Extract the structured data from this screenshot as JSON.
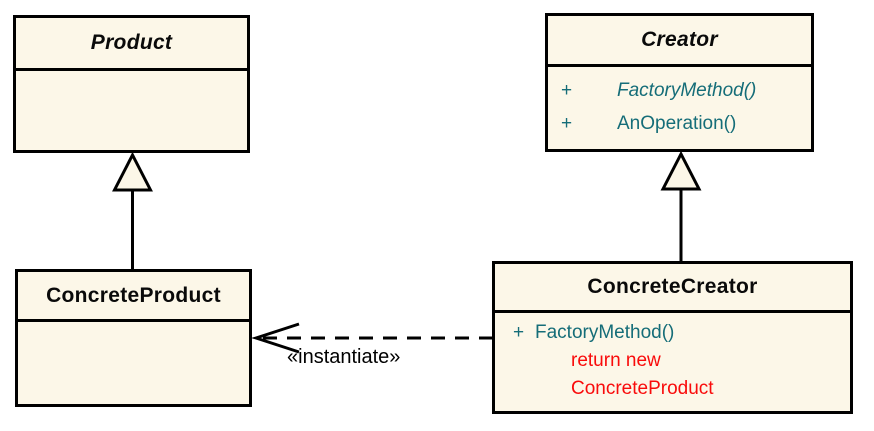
{
  "diagram": {
    "type": "uml-class-diagram",
    "pattern_name": "Factory Method",
    "colors": {
      "box_fill": "#FCF7E8",
      "box_border": "#000000",
      "title_text": "#0a0a0a",
      "method_text": "#156D78",
      "note_text": "#F90B0B",
      "edge": "#000000"
    },
    "classes": {
      "product": {
        "name": "Product",
        "abstract": true,
        "methods": []
      },
      "creator": {
        "name": "Creator",
        "abstract": true,
        "methods": [
          {
            "visibility": "+",
            "name": "FactoryMethod()",
            "abstract": true
          },
          {
            "visibility": "+",
            "name": "AnOperation()",
            "abstract": false
          }
        ]
      },
      "concreteProduct": {
        "name": "ConcreteProduct",
        "abstract": false,
        "methods": []
      },
      "concreteCreator": {
        "name": "ConcreteCreator",
        "abstract": false,
        "methods": [
          {
            "visibility": "+",
            "name": "FactoryMethod()",
            "abstract": false
          }
        ],
        "note_lines": [
          "return new",
          "ConcreteProduct"
        ]
      }
    },
    "relations": {
      "instantiate_label": "«instantiate»"
    }
  }
}
